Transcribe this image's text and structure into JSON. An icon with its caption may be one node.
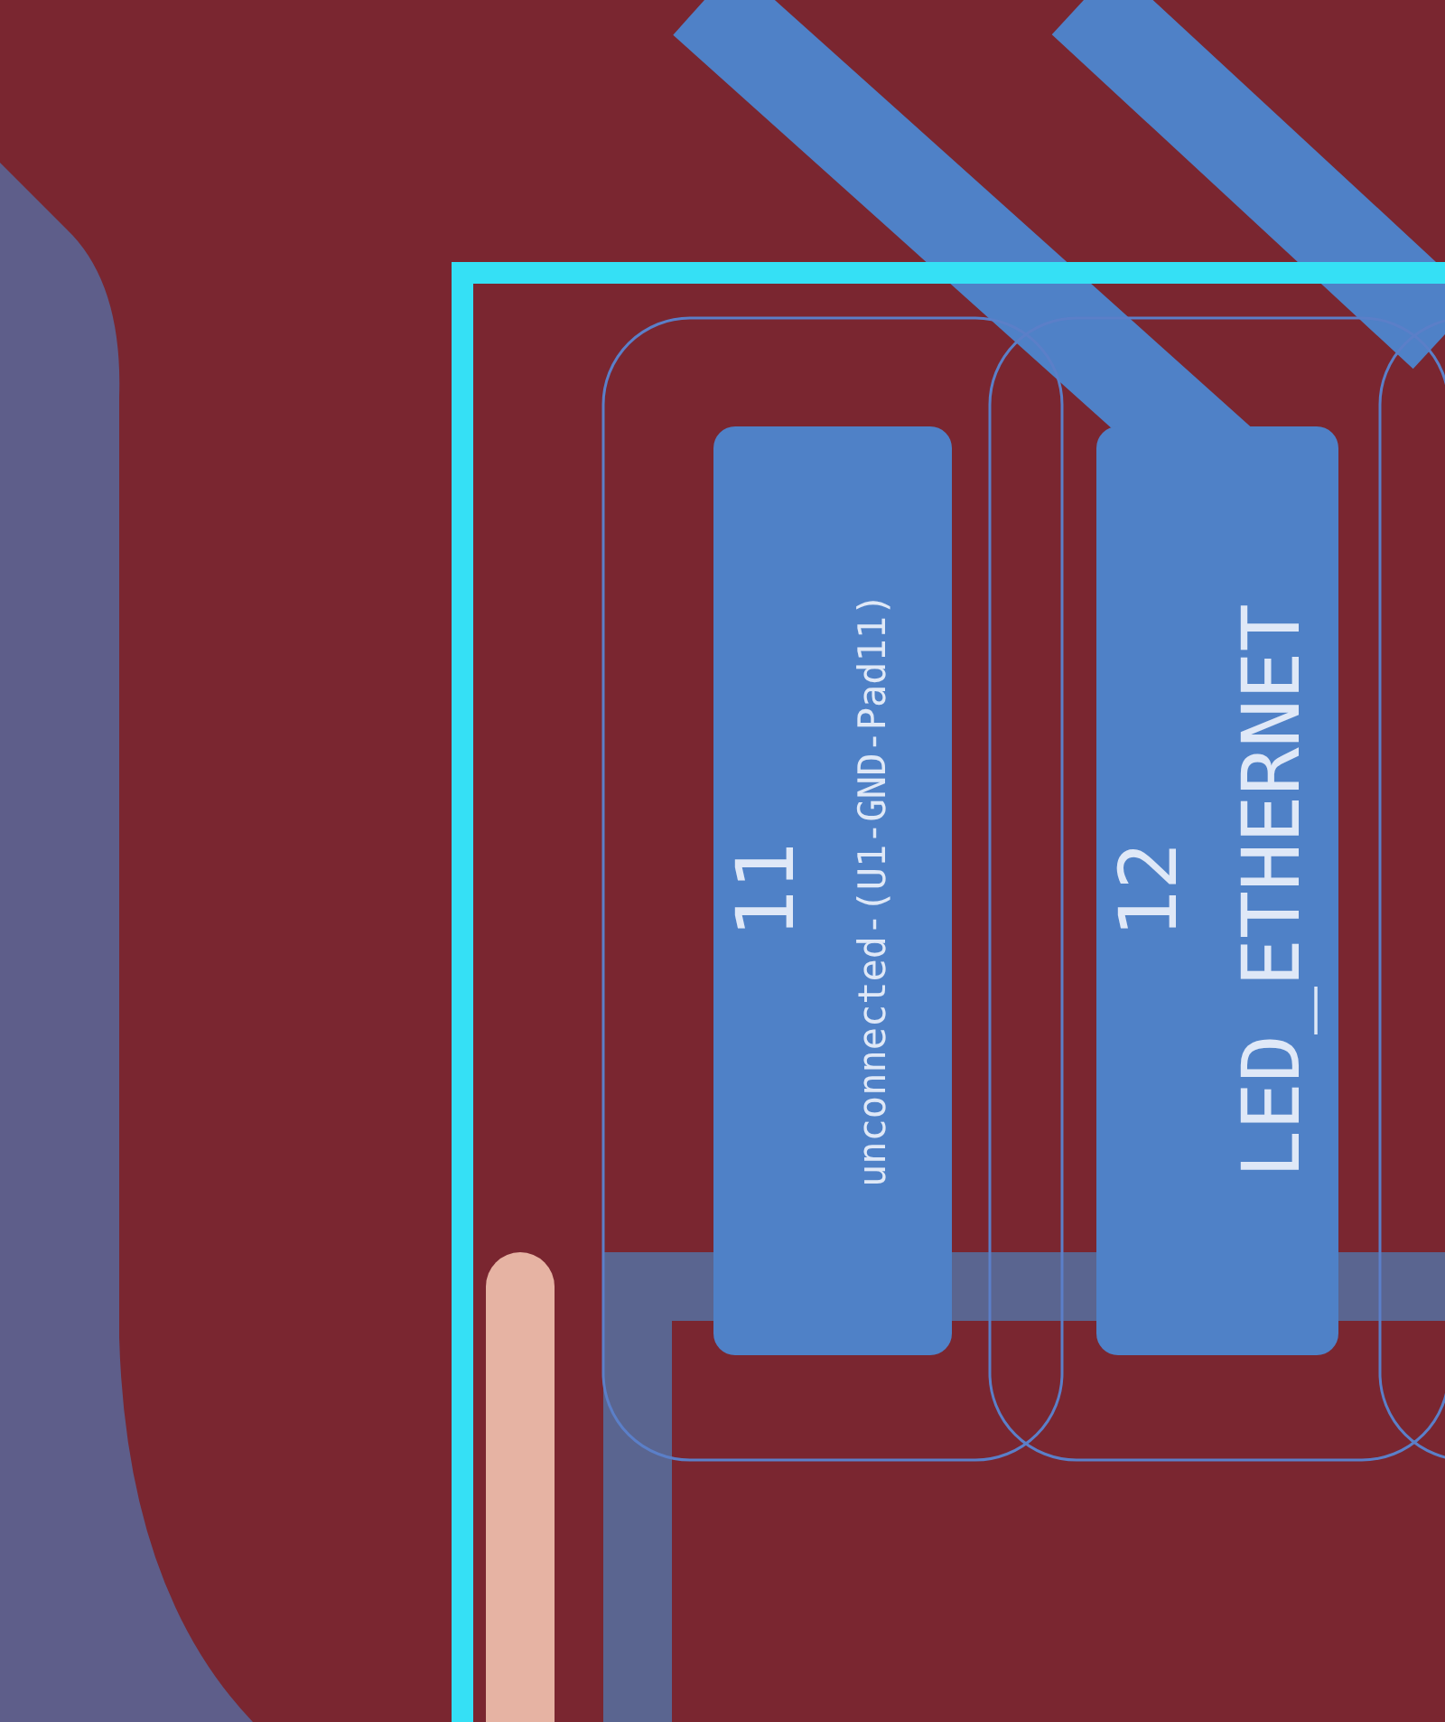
{
  "diagram": {
    "nodes": [
      {
        "text": [
          "11",
          "unconnected-(U1-GND-Pad11)"
        ]
      },
      {
        "text": [
          "12",
          "LED_ETHERNET"
        ]
      }
    ]
  }
}
